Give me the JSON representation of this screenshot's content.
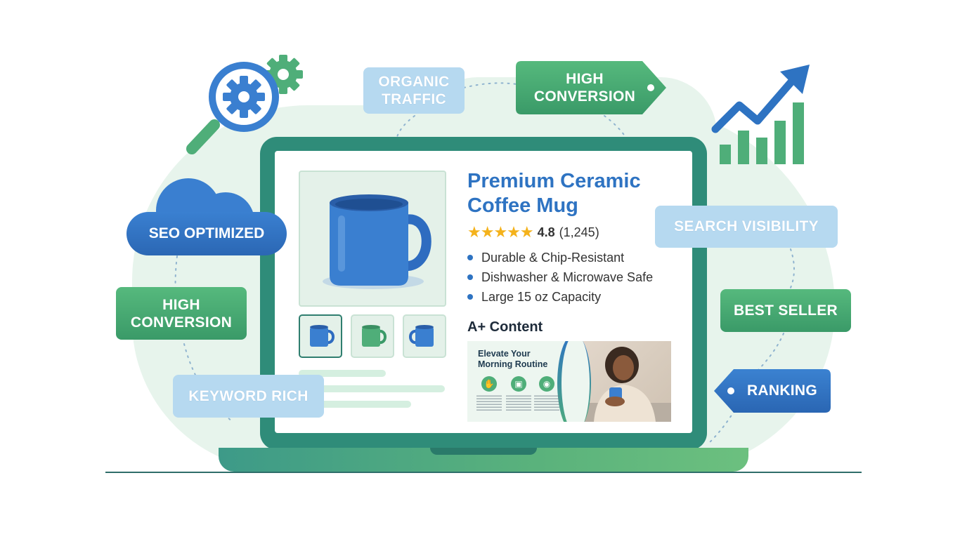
{
  "product": {
    "title_line1": "Premium Ceramic",
    "title_line2": "Coffee Mug",
    "rating_stars": "★★★★★",
    "rating_value": "4.8",
    "rating_count": "(1,245)",
    "features": [
      "Durable & Chip-Resistant",
      "Dishwasher & Microwave Safe",
      "Large 15 oz Capacity"
    ],
    "aplus_title": "A+ Content",
    "aplus_heading_line1": "Elevate Your",
    "aplus_heading_line2": "Morning Routine"
  },
  "tags": {
    "seo_optimized": "SEO OPTIMIZED",
    "organic_traffic_line1": "ORGANIC",
    "organic_traffic_line2": "TRAFFIC",
    "high_conversion_top_line1": "HIGH",
    "high_conversion_top_line2": "CONVERSION",
    "high_conversion_left_line1": "HIGH",
    "high_conversion_left_line2": "CONVERSION",
    "keyword_rich": "KEYWORD RICH",
    "search_visibility": "SEARCH VISIBILITY",
    "best_seller": "BEST SELLER",
    "ranking": "RANKING"
  },
  "colors": {
    "brand_blue": "#2e73c2",
    "brand_green": "#3a9a68",
    "laptop_frame": "#2f8c79",
    "star": "#f4b21b"
  },
  "icons": [
    "magnifier-gear-icon",
    "gear-icon",
    "growth-chart-icon",
    "cloud-icon",
    "mug-icon"
  ]
}
